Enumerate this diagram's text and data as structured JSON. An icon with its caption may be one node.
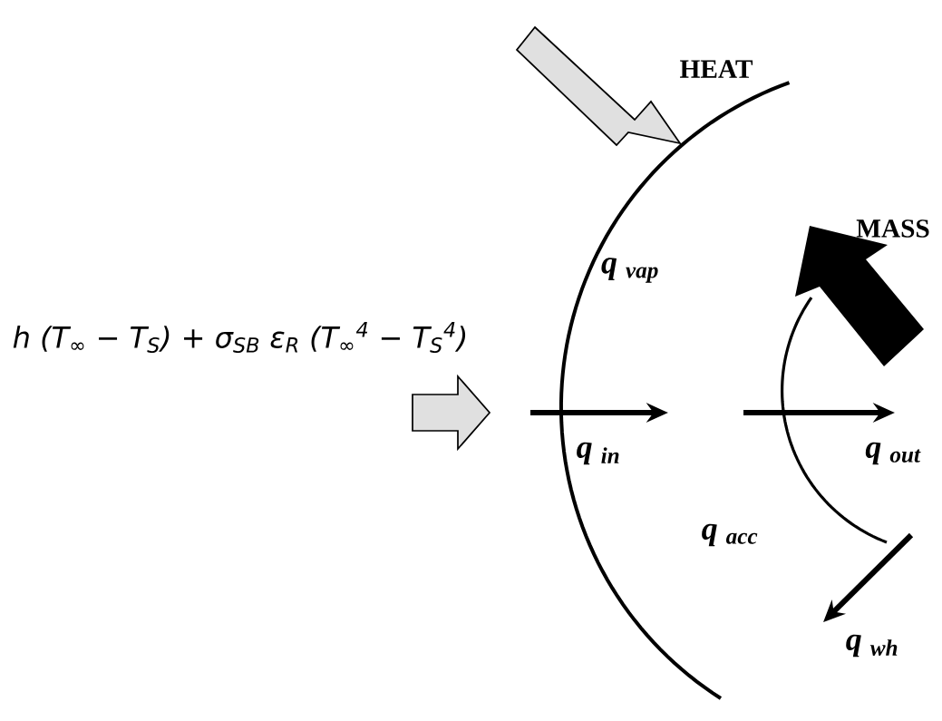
{
  "diagram": {
    "labels": [
      "HEAT",
      "MASS",
      "h (T$_{∞}$ − T$_{S}$) + σ$_{SB}$ ε$_{R}$ (T$_{∞}$$^{4}$ − T$_{S}$$^{4}$)",
      "q $_{vap}$",
      "q $_{in}$",
      "q $_{out}$",
      "q $_{acc}$",
      "q $_{wh}$"
    ]
  }
}
